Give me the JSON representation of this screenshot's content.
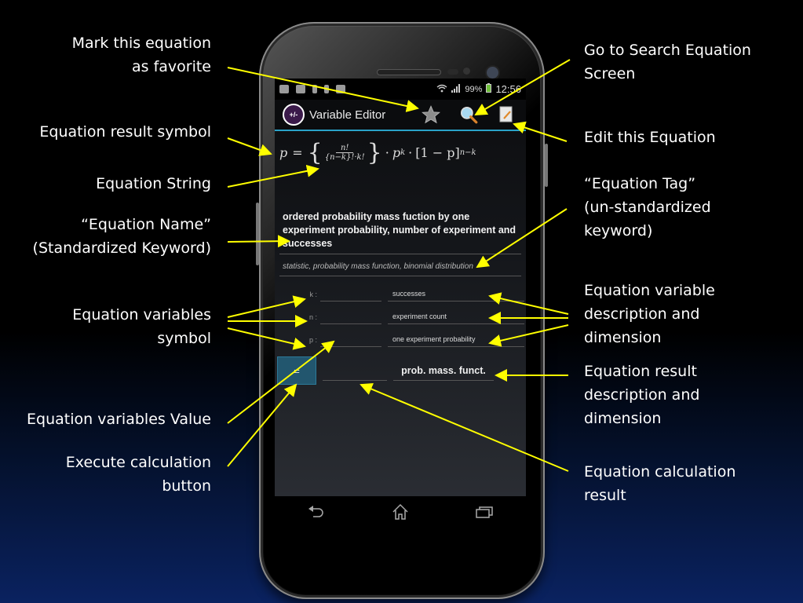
{
  "callouts": {
    "left": [
      {
        "id": "favorite",
        "lines": [
          "Mark this equation",
          "as favorite"
        ]
      },
      {
        "id": "result-symbol",
        "lines": [
          "Equation result symbol"
        ]
      },
      {
        "id": "equation-string",
        "lines": [
          "Equation String"
        ]
      },
      {
        "id": "equation-name",
        "lines": [
          "“Equation Name”",
          "(Standardized Keyword)"
        ]
      },
      {
        "id": "variables-symbol",
        "lines": [
          "Equation variables",
          "symbol"
        ]
      },
      {
        "id": "variables-value",
        "lines": [
          "Equation variables Value"
        ]
      },
      {
        "id": "execute",
        "lines": [
          "Execute calculation",
          "button"
        ]
      }
    ],
    "right": [
      {
        "id": "search",
        "lines": [
          "Go to Search Equation",
          "Screen"
        ]
      },
      {
        "id": "edit",
        "lines": [
          "Edit this Equation"
        ]
      },
      {
        "id": "equation-tag",
        "lines": [
          "“Equation Tag”",
          "(un-standardized",
          "keyword)"
        ]
      },
      {
        "id": "variable-description",
        "lines": [
          "Equation variable",
          "description and",
          "dimension"
        ]
      },
      {
        "id": "result-description",
        "lines": [
          "Equation result",
          "description and",
          "dimension"
        ]
      },
      {
        "id": "calculation-result",
        "lines": [
          "Equation calculation",
          "result"
        ]
      }
    ]
  },
  "status_bar": {
    "battery": "99%",
    "time": "12:56"
  },
  "action_bar": {
    "logo": "+/-",
    "title": "Variable Editor",
    "icons": [
      "star-icon",
      "search-icon",
      "edit-icon"
    ]
  },
  "equation": {
    "lhs": "p",
    "numerator": "n!",
    "denominator": "{n−k}!·k!",
    "term2": "p",
    "term2_exp": "k",
    "term3": "[1 − p]",
    "term3_exp": "n−k"
  },
  "equation_name": "ordered probability mass fuction by one experiment probability, number of experiment and successes",
  "equation_tag": "statistic, probability mass function, binomial distribution",
  "variables": [
    {
      "symbol": "k :",
      "value": "",
      "description": "successes"
    },
    {
      "symbol": "n :",
      "value": "",
      "description": "experiment count"
    },
    {
      "symbol": "p :",
      "value": "",
      "description": "one experiment probability"
    }
  ],
  "result": {
    "execute_label": "=",
    "value": "",
    "description": "prob. mass. funct."
  },
  "nav_bar": [
    "back-icon",
    "home-icon",
    "recents-icon"
  ],
  "colors": {
    "accent": "#2aa3c9",
    "arrow": "#ffff00",
    "execute_button": "#22566e"
  }
}
